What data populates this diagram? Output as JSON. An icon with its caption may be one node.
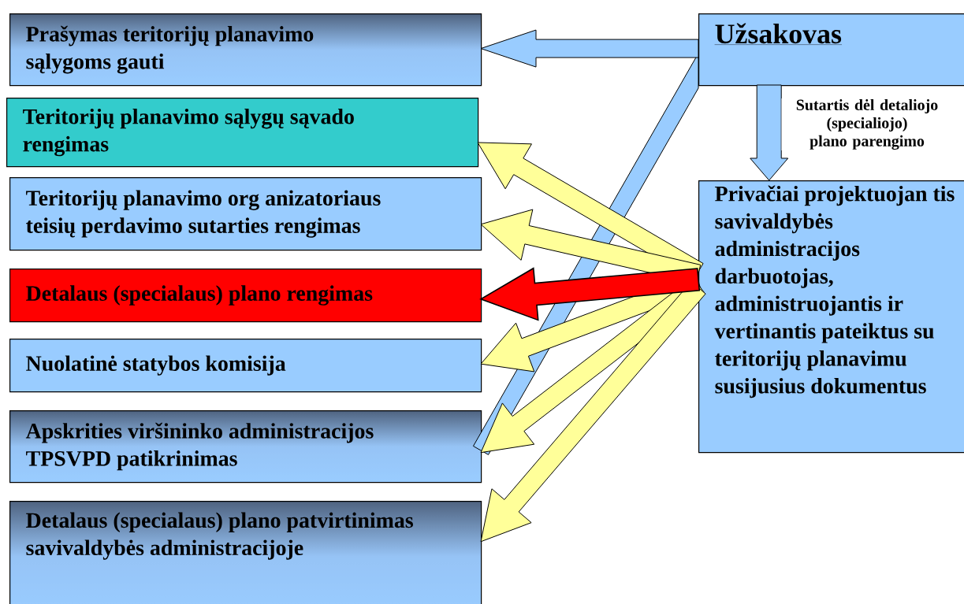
{
  "diagram": {
    "nodes": [
      {
        "text": [
          "Prašymas teritorijų planavimo sąlygoms gauti"
        ]
      },
      {
        "text": [
          "Teritorijų planavimo sąlygų sąvado rengimas"
        ]
      },
      {
        "text": [
          "Teritorijų planavimo org anizatoriaus teisių perdavimo sutarties rengimas"
        ]
      },
      {
        "text": [
          "Detalaus (specialaus) plano rengimas"
        ]
      },
      {
        "text": [
          "Nuolatinė statybos komisija"
        ]
      },
      {
        "text": [
          "Apskrities viršininko administracijos TPSVPD patikrinimas"
        ]
      },
      {
        "text": [
          "Detalaus (specialaus) plano patvirtinimas savivaldybės administracijoje"
        ]
      },
      {
        "text": [
          "Užsakovas"
        ]
      },
      {
        "text": [
          "Privačiai projektuojan tis savivaldybės administracijos darbuotojas, administruojantis ir vertinantis pateiktus su teritorijų planavimu susijusius dokumentus"
        ]
      }
    ],
    "edges": [
      {
        "from": 7,
        "to": 0,
        "arrow": "to",
        "color": "#99ccff"
      },
      {
        "from": 7,
        "to": 5,
        "arrow": "none",
        "color": "#99ccff"
      },
      {
        "from": 7,
        "to": 8,
        "arrow": "to",
        "label": "Sutartis dėl detaliojo (specialiojo) plano parengimo",
        "color": "#99ccff"
      },
      {
        "from": 8,
        "to": 1,
        "arrow": "to"
      },
      {
        "from": 8,
        "to": 2,
        "arrow": "to"
      },
      {
        "from": 8,
        "to": 3,
        "arrow": "to",
        "style": "thick",
        "color": "#ff0000"
      },
      {
        "from": 8,
        "to": 4,
        "arrow": "to"
      },
      {
        "from": 8,
        "to": 5,
        "arrow": "to"
      },
      {
        "from": 8,
        "to": 6,
        "arrow": "to"
      }
    ]
  }
}
